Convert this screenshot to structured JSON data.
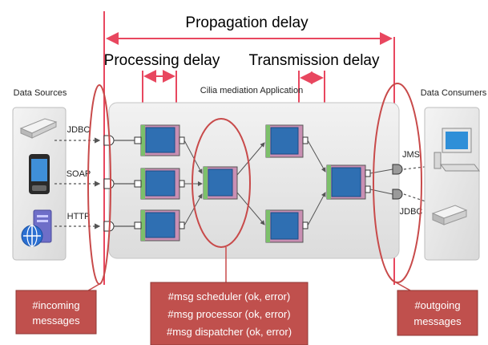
{
  "header": {
    "propagation_delay": "Propagation delay",
    "processing_delay": "Processing delay",
    "transmission_delay": "Transmission delay"
  },
  "panels": {
    "sources_title": "Data Sources",
    "app_title": "Cilia mediation Application",
    "consumers_title": "Data Consumers"
  },
  "protocols": {
    "in_1": "JDBC",
    "in_2": "SOAP",
    "in_3": "HTTP",
    "out_1": "JMS",
    "out_2": "JDBC"
  },
  "callouts": {
    "incoming": [
      "#incoming",
      "messages"
    ],
    "metrics": [
      "#msg scheduler (ok, error)",
      "#msg processor (ok, error)",
      "#msg dispatcher (ok, error)"
    ],
    "outgoing": [
      "#outgoing",
      "messages"
    ]
  },
  "colors": {
    "delay_line": "#e8475f",
    "ellipse": "#c84a4a",
    "callout_fill": "#c0504d",
    "module_blue": "#2f6fb2",
    "module_green": "#7cc06a",
    "module_pink": "#c98fb3"
  },
  "icons": [
    "hard-drive-icon",
    "pda-icon",
    "server-globe-icon",
    "desktop-computer-icon",
    "disk-drive-icon"
  ]
}
